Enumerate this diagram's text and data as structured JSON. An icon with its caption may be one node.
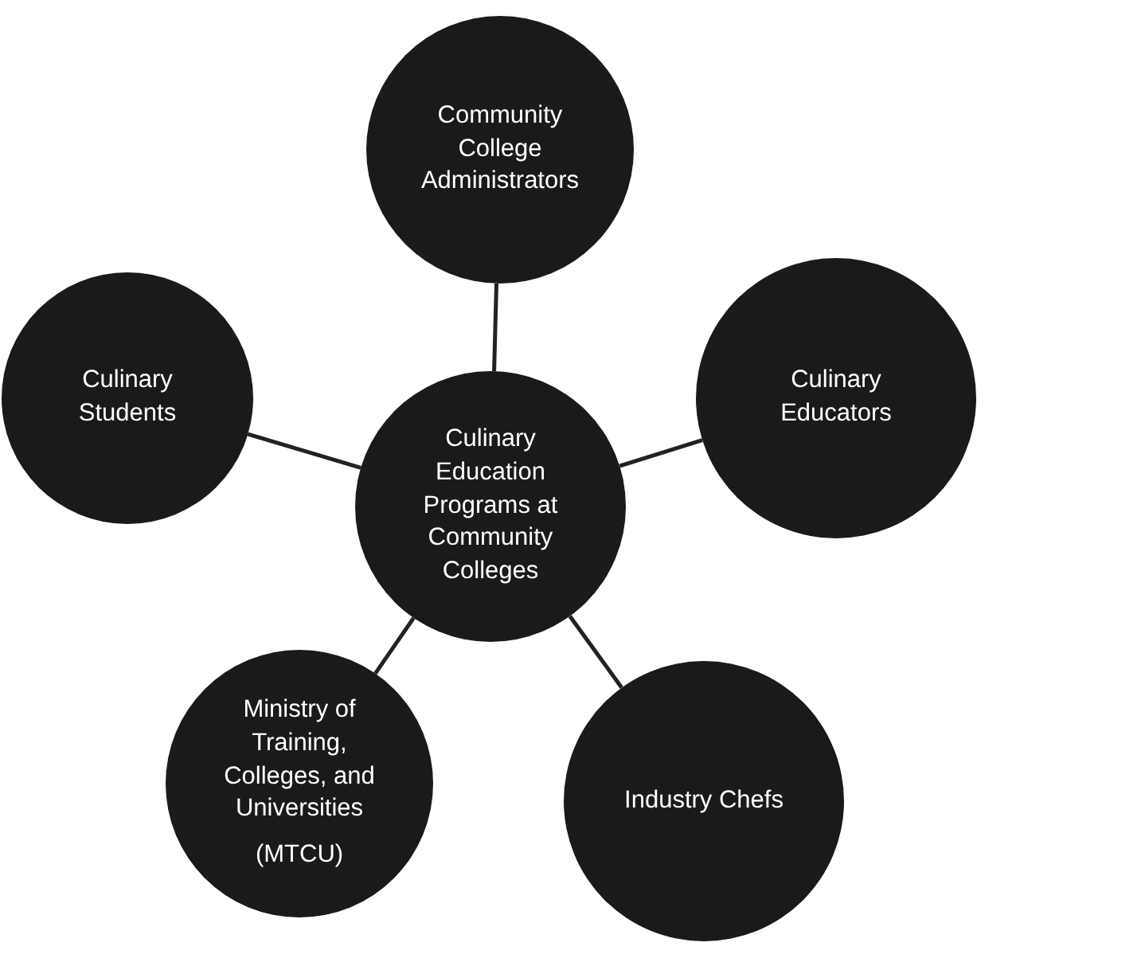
{
  "diagram": {
    "nodes": [
      {
        "text": [
          "Community College Administrators"
        ]
      },
      {
        "text": [
          "Culinary Students"
        ]
      },
      {
        "text": [
          "Culinary Education Programs at Community Colleges"
        ]
      },
      {
        "text": [
          "Culinary Educators"
        ]
      },
      {
        "text": [
          "Ministry of Training, Colleges, and Universities",
          "(MTCU)"
        ]
      },
      {
        "text": [
          "Industry Chefs"
        ]
      }
    ],
    "edges": [
      {
        "from": 2,
        "to": 0,
        "arrow": "none"
      },
      {
        "from": 2,
        "to": 1,
        "arrow": "none"
      },
      {
        "from": 2,
        "to": 3,
        "arrow": "none"
      },
      {
        "from": 2,
        "to": 4,
        "arrow": "none"
      },
      {
        "from": 2,
        "to": 5,
        "arrow": "none"
      }
    ]
  }
}
